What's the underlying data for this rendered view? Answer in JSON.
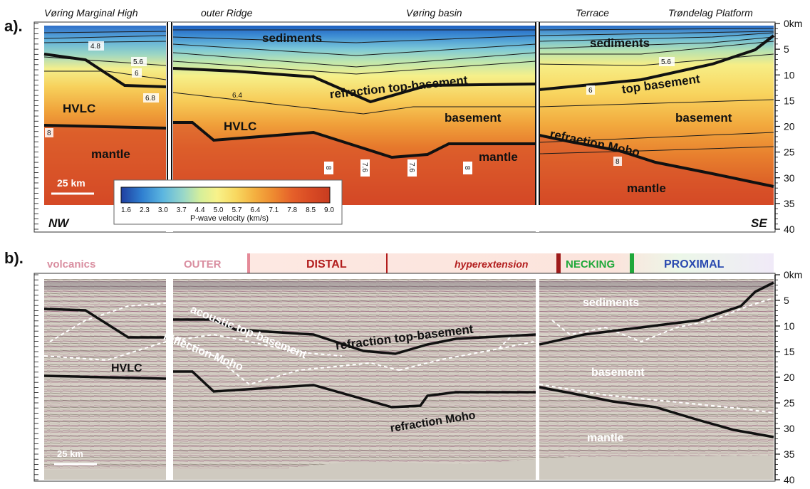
{
  "panel_a": {
    "label": "a).",
    "headers": {
      "voring_marginal_high": "Vøring Marginal High",
      "outer_ridge": "outer Ridge",
      "voring_basin": "Vøring basin",
      "terrace": "Terrace",
      "trondelag_platform": "Trøndelag Platform"
    },
    "labels": {
      "sediments_1": "sediments",
      "sediments_2": "sediments",
      "refraction_top_basement": "refraction top-basement",
      "top_basement": "top basement",
      "basement_1": "basement",
      "basement_2": "basement",
      "hvlc_1": "HVLC",
      "hvlc_2": "HVLC",
      "mantle_1": "mantle",
      "mantle_2": "mantle",
      "mantle_3": "mantle",
      "refraction_moho": "refraction Moho",
      "nw": "NW",
      "se": "SE",
      "scale": "25 km"
    },
    "contour_labels": [
      "4.8",
      "5.6",
      "6",
      "6.8",
      "8",
      "6.4",
      "8",
      "7.6",
      "7.6",
      "8",
      "5.6",
      "6",
      "8"
    ],
    "depth_ticks": [
      "0km",
      "5",
      "10",
      "15",
      "20",
      "25",
      "30",
      "35",
      "40"
    ],
    "colorbar": {
      "ticks": [
        "1.6",
        "2.3",
        "3.0",
        "3.7",
        "4.4",
        "5.0",
        "5.7",
        "6.4",
        "7.1",
        "7.8",
        "8.5",
        "9.0"
      ],
      "title": "P-wave velocity (km/s)",
      "colors": [
        "#1f3fa0",
        "#2f7fd0",
        "#5cb6e0",
        "#9ad8c8",
        "#d6ef9a",
        "#f8f28a",
        "#f8d860",
        "#f4b040",
        "#ee8a30",
        "#e5602a",
        "#d84a24",
        "#c83c20"
      ]
    }
  },
  "panel_b": {
    "label": "b).",
    "domains": {
      "volcanics": "volcanics",
      "outer": "OUTER",
      "distal": "DISTAL",
      "hyperextension": "hyperextension",
      "necking": "NECKING",
      "proximal": "PROXIMAL"
    },
    "labels": {
      "sediments": "sediments",
      "acoustic_top_basement": "acoustic top-basement",
      "refraction_top_basement": "refraction top-basement",
      "reflection_moho": "reflection Moho",
      "hvlc": "HVLC",
      "basement": "basement",
      "refraction_moho": "refraction Moho",
      "mantle": "mantle",
      "scale": "25 km"
    },
    "depth_ticks": [
      "0km",
      "5",
      "10",
      "15",
      "20",
      "25",
      "30",
      "35",
      "40"
    ]
  }
}
